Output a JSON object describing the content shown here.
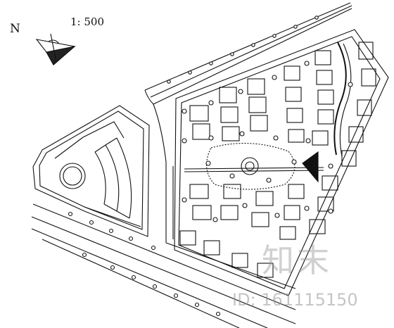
{
  "north_label": "N",
  "scale_label": "1: 500",
  "watermark": {
    "logo_text": "知末",
    "id_text": "ID: 161115150"
  }
}
